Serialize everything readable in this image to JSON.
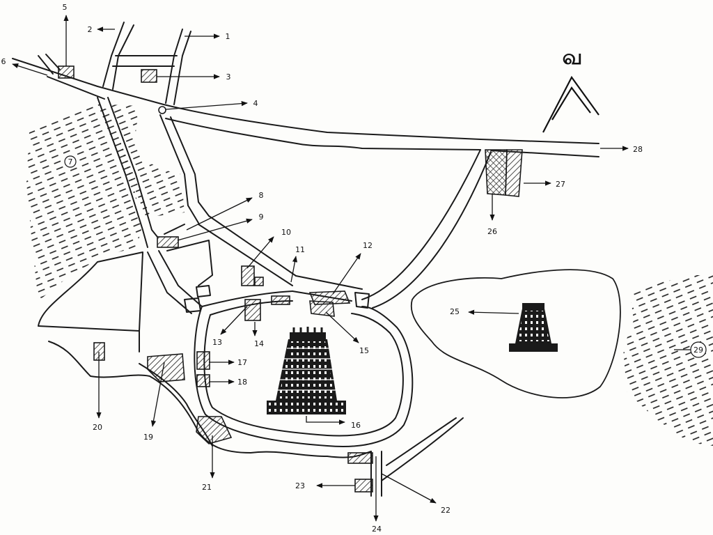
{
  "north_glyph": "வ",
  "labels": [
    "1",
    "2",
    "3",
    "4",
    "5",
    "6",
    "7",
    "8",
    "9",
    "10",
    "11",
    "12",
    "13",
    "14",
    "15",
    "16",
    "17",
    "18",
    "19",
    "20",
    "21",
    "22",
    "23",
    "24",
    "25",
    "26",
    "27",
    "28",
    "29"
  ]
}
